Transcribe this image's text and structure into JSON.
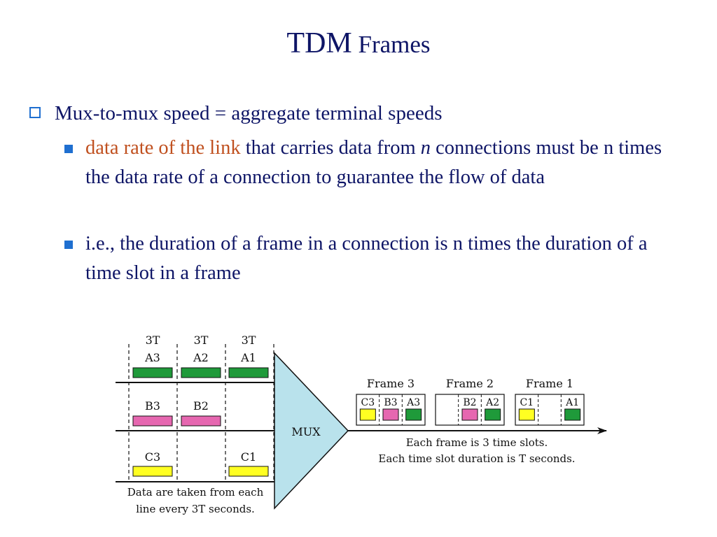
{
  "slide": {
    "title_big": "TDM",
    "title_small": " Frames"
  },
  "bullets": {
    "level1": "Mux-to-mux speed = aggregate  terminal speeds",
    "sub1": {
      "red": "data rate of the link",
      "part1": " that carries data from ",
      "italic": "n",
      "part2": " connections must be n times the data rate of a connection to guarantee the flow of data"
    },
    "sub2": "i.e., the duration of  a frame in a connection is n times the duration of a time slot in a frame"
  },
  "diagram": {
    "slot_time_label": "3T",
    "inputs": [
      {
        "line": "A",
        "units": [
          "A3",
          "A2",
          "A1"
        ]
      },
      {
        "line": "B",
        "units": [
          "B3",
          "B2",
          ""
        ]
      },
      {
        "line": "C",
        "units": [
          "C3",
          "",
          "C1"
        ]
      }
    ],
    "mux_label": "MUX",
    "input_note_1": "Data are taken from each",
    "input_note_2": "line every 3T seconds.",
    "frames": [
      {
        "label": "Frame 3",
        "slots": [
          "C3",
          "B3",
          "A3"
        ]
      },
      {
        "label": "Frame 2",
        "slots": [
          "",
          "B2",
          "A2"
        ]
      },
      {
        "label": "Frame 1",
        "slots": [
          "C1",
          "",
          "A1"
        ]
      }
    ],
    "output_note_1": "Each frame is 3 time slots.",
    "output_note_2": "Each time slot duration is T seconds.",
    "colors": {
      "A": "#1f9a3a",
      "B": "#e667b0",
      "C": "#ffff22",
      "mux_fill": "#b9e2ec",
      "title": "#0e1566",
      "bullet": "#1f6fd0",
      "highlight": "#c0501f"
    }
  }
}
